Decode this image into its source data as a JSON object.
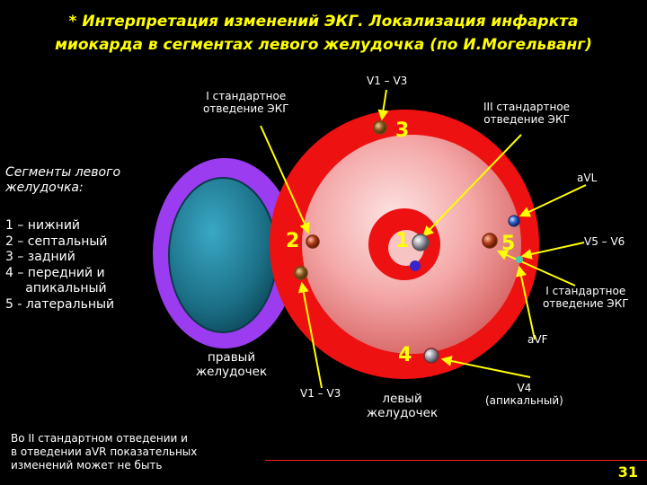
{
  "title": {
    "line1": "*  Интерпретация изменений ЭКГ. Локализация инфаркта",
    "line2": "миокарда в сегментах левого желудочка (по И.Могельванг)"
  },
  "labels": {
    "v1v3_top": "V1 – V3",
    "lead1_top": [
      "I стандартное",
      "отведение ЭКГ"
    ],
    "lead3_top": [
      "III стандартное",
      "отведение ЭКГ"
    ],
    "avl": "aVL",
    "v5v6": "V5 – V6",
    "lead1_right": [
      "I стандартное",
      "отведение ЭКГ"
    ],
    "avf": "aVF",
    "v4": [
      "V4",
      "(апикальный)"
    ],
    "left_ventricle": [
      "левый",
      "желудочек"
    ],
    "v1v3_bottom": "V1 – V3",
    "right_ventricle": [
      "правый",
      "желудочек"
    ]
  },
  "legend": {
    "heading": [
      "Сегменты левого",
      "желудочка:"
    ],
    "items": [
      "1 – нижний",
      "2 – септальный",
      "3 – задний",
      "4 – передний и",
      "     апикальный",
      "5 - латеральный"
    ]
  },
  "segment_numbers": [
    "1",
    "2",
    "3",
    "4",
    "5"
  ],
  "note": [
    "Во II стандартном отведении и",
    "в отведении aVR показательных",
    "изменений может не быть"
  ],
  "page_number": "31",
  "colors": {
    "title": "#ffff00",
    "outer_ring": "#ee1111",
    "inner_disk": "#f6a8a8",
    "core": "#ee1111",
    "right_ventricle_ring": "#8a2be2",
    "right_ventricle_fill": "#1f7f9a",
    "arrows": "#ffff00"
  }
}
